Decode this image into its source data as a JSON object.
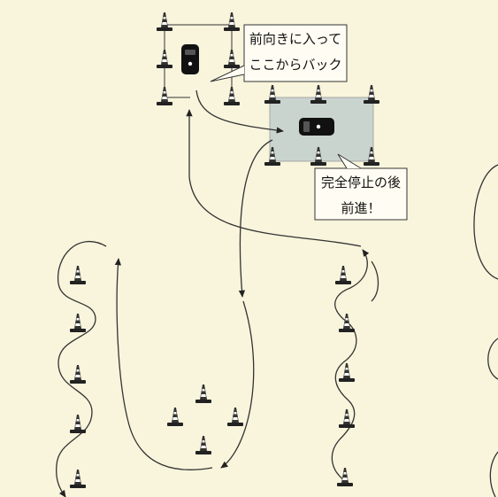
{
  "callouts": {
    "reverse_note": {
      "line1": "前向きに入って",
      "line2": "ここからバック"
    },
    "stop_note": {
      "line1": "完全停止の後",
      "line2": "前進！"
    }
  },
  "colors": {
    "background": "#f8f5dc",
    "parking_zone": "#c9d4cf",
    "ink": "#222222",
    "cone_stripe": "#ffffff"
  },
  "icons": [
    "traffic-cone-icon",
    "car-icon",
    "arrow-head-icon"
  ]
}
